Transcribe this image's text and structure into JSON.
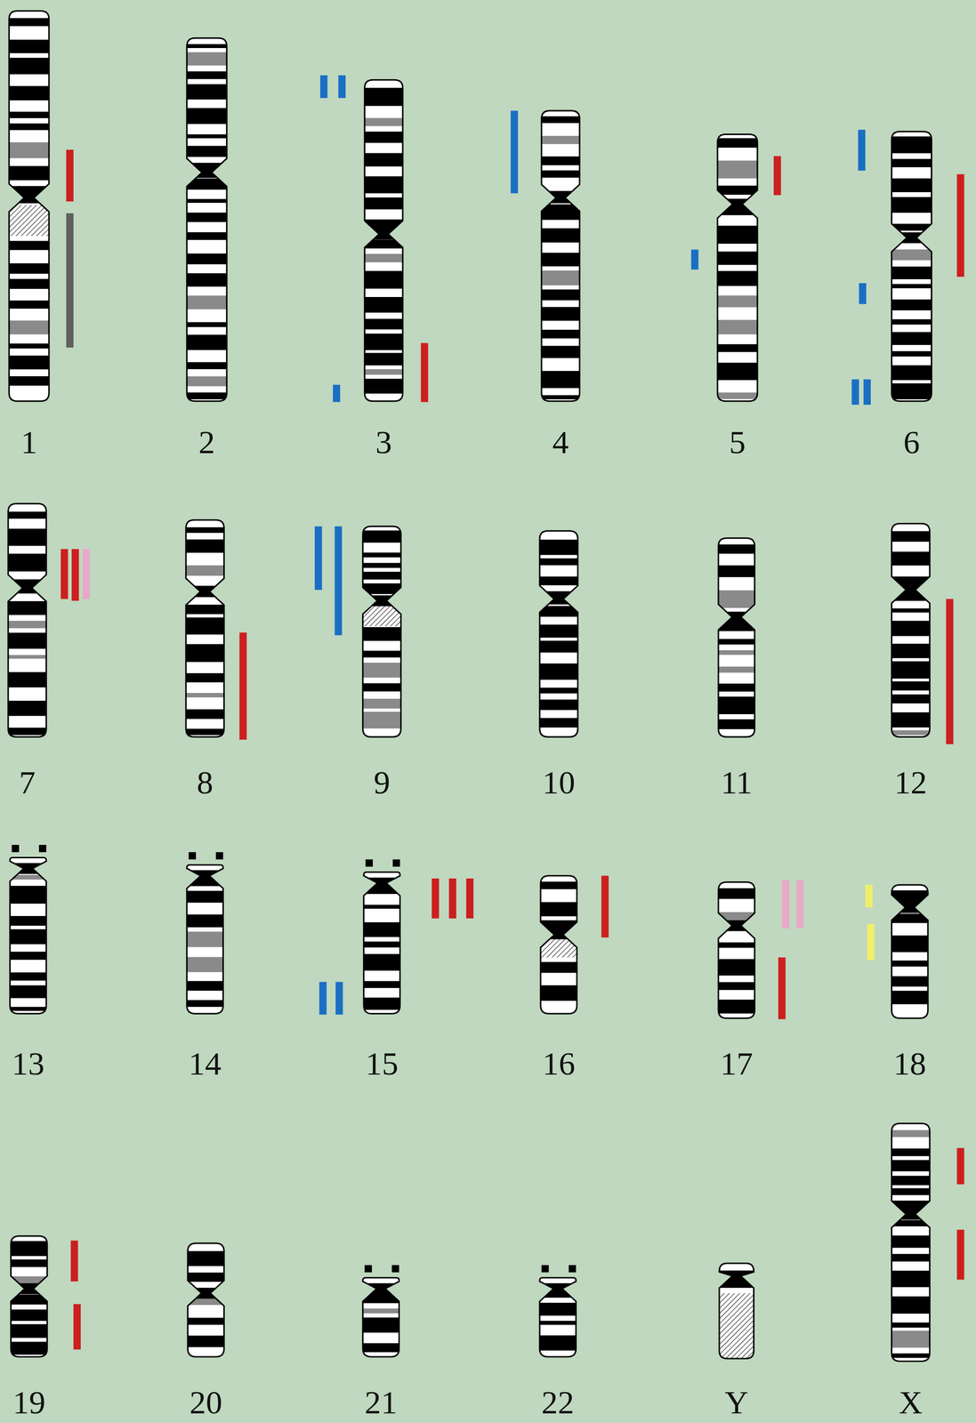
{
  "diagram": {
    "labels": [
      "1",
      "2",
      "3",
      "4",
      "5",
      "6",
      "7",
      "8",
      "9",
      "10",
      "11",
      "12",
      "13",
      "14",
      "15",
      "16",
      "17",
      "18",
      "19",
      "20",
      "21",
      "22",
      "Y",
      "X"
    ]
  }
}
